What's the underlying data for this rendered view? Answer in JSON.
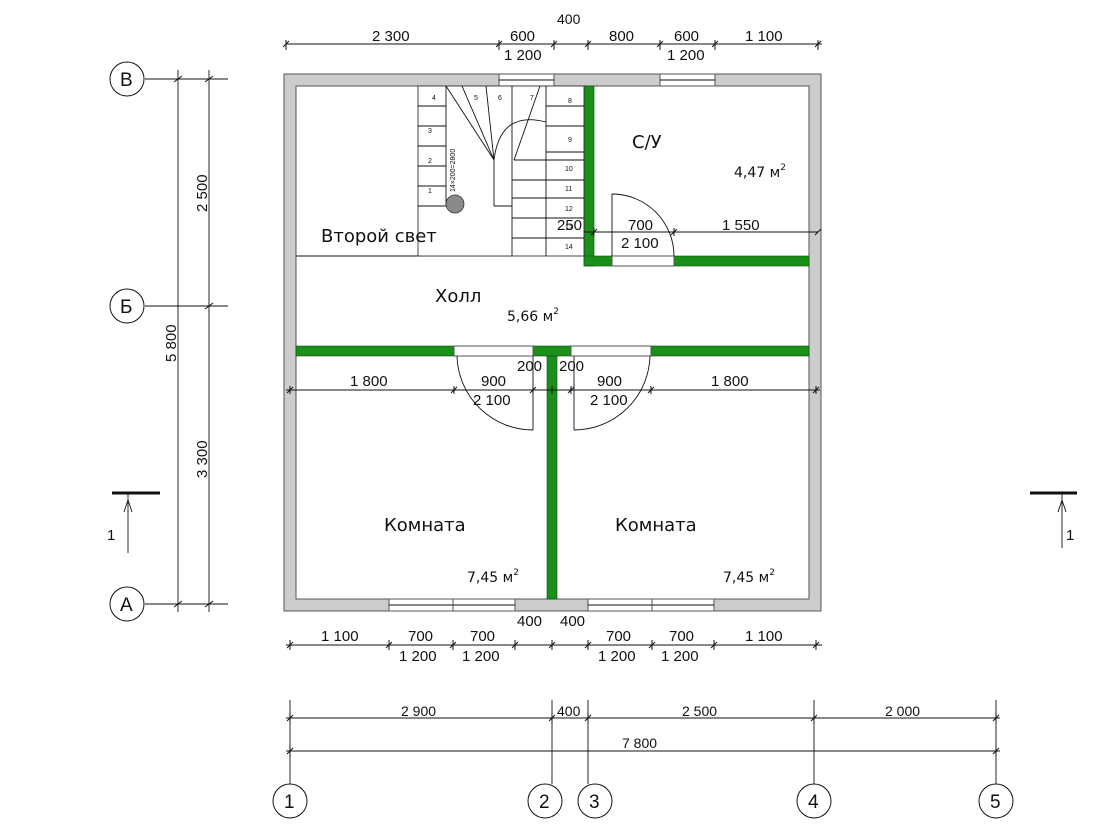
{
  "rooms": {
    "second_light": "Второй свет",
    "hall": "Холл",
    "hall_area": "5,66 м",
    "bathroom": "С/У",
    "bathroom_area": "4,47 м",
    "room_left": "Комната",
    "room_left_area": "7,45 м",
    "room_right": "Комната",
    "room_right_area": "7,45 м",
    "area_sup": "2"
  },
  "dims_top": {
    "d1": "2 300",
    "d2": "600",
    "d2b": "1 200",
    "d3": "400",
    "d4": "800",
    "d5": "600",
    "d5b": "1 200",
    "d6": "1 100"
  },
  "dims_inner": {
    "stair_gap": "250",
    "bath_door": "700",
    "bath_door_h": "2 100",
    "bath_right": "1 550",
    "hall_left": "1 800",
    "door_l": "900",
    "door_l_h": "2 100",
    "wall_l": "200",
    "wall_r": "200",
    "door_r": "900",
    "door_r_h": "2 100",
    "hall_right": "1 800"
  },
  "dims_bottom": {
    "b1": "1 100",
    "b2": "700",
    "b2b": "1 200",
    "b3": "700",
    "b3b": "1 200",
    "b4": "400",
    "b5": "400",
    "b6": "700",
    "b6b": "1 200",
    "b7": "700",
    "b7b": "1 200",
    "b8": "1 100"
  },
  "dims_axes": {
    "a1": "2 900",
    "a2": "400",
    "a3": "2 500",
    "a4": "2 000",
    "total": "7 800"
  },
  "dims_left": {
    "top": "2 500",
    "bottom": "3 300",
    "total": "5 800"
  },
  "axes_rows": [
    "В",
    "Б",
    "А"
  ],
  "axes_cols": [
    "1",
    "2",
    "3",
    "4",
    "5"
  ],
  "section_mark": "1",
  "stair_steps": [
    "1",
    "2",
    "3",
    "4",
    "5",
    "6",
    "7",
    "8",
    "9",
    "10",
    "11",
    "12",
    "13",
    "14"
  ],
  "stair_label": "14×200=2800",
  "colors": {
    "wall": "#cccccc",
    "partition": "#1a8f1a",
    "line": "#111111"
  }
}
